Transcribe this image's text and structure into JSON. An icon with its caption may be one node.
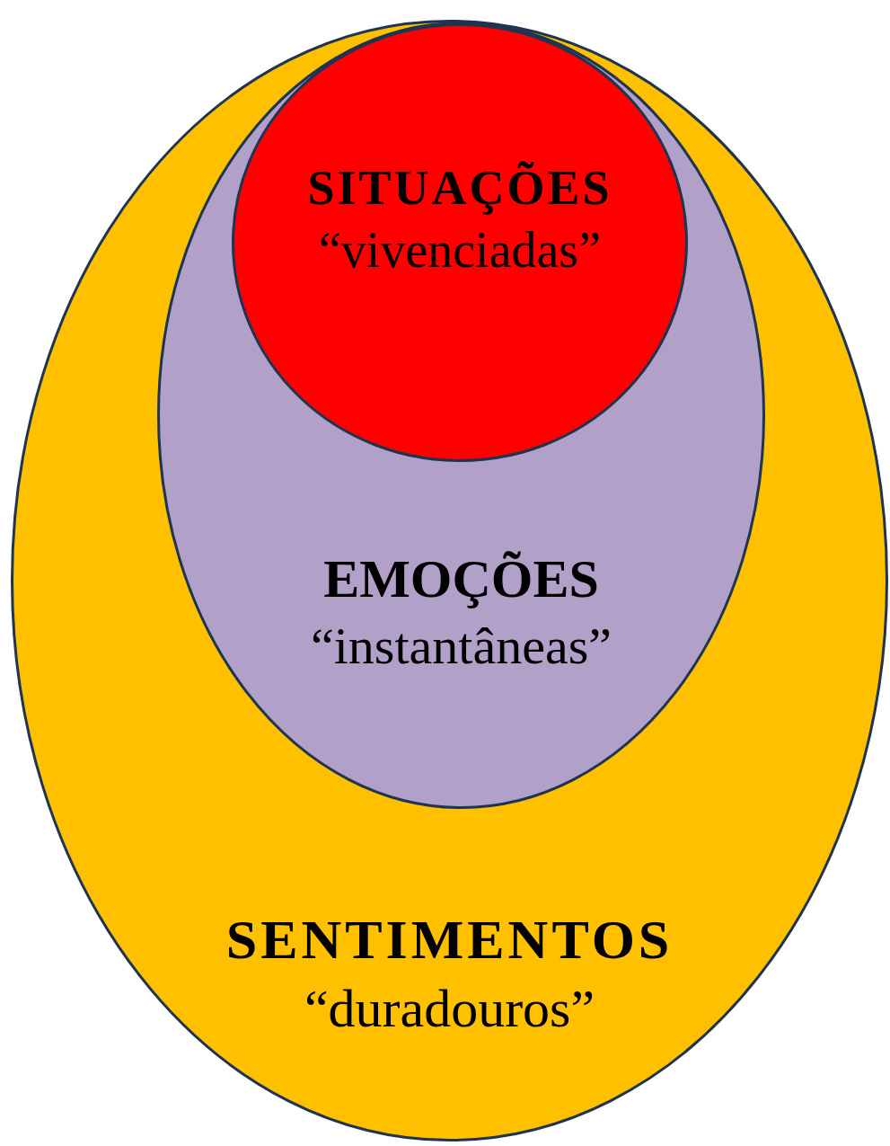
{
  "diagram": {
    "nodes": [
      {
        "text": [
          "SENTIMENTOS",
          "“duradouros”"
        ]
      },
      {
        "text": [
          "EMOÇÕES",
          "“instantâneas”"
        ],
        "in": 0
      },
      {
        "text": [
          "SITUAÇÕES",
          "“vivenciadas”"
        ],
        "in": 1
      }
    ]
  }
}
